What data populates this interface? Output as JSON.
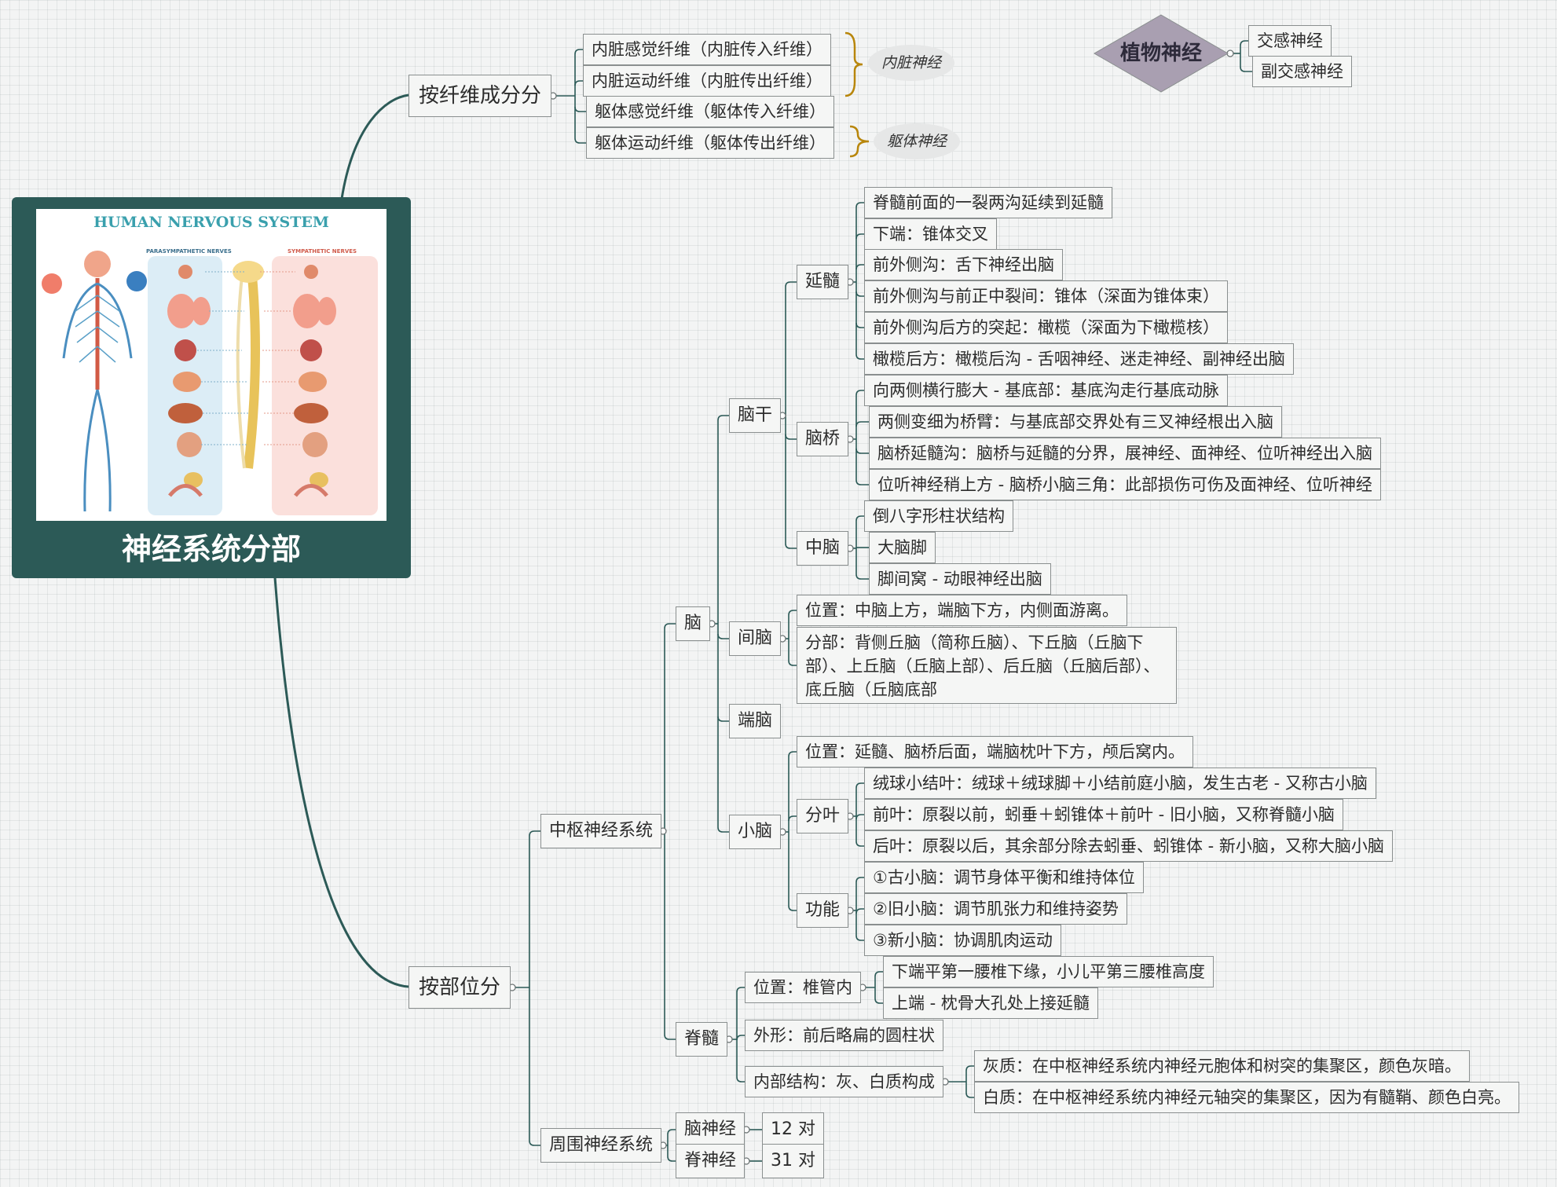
{
  "center": {
    "title": "神经系统分部",
    "image_title": "HUMAN NERVOUS SYSTEM",
    "image_left_label": "PARASYMPATHETIC NERVES",
    "image_right_label": "SYMPATHETIC NERVES"
  },
  "fiber": {
    "title": "按纤维成分分",
    "items": [
      "内脏感觉纤维（内脏传入纤维）",
      "内脏运动纤维（内脏传出纤维）",
      "躯体感觉纤维（躯体传入纤维）",
      "躯体运动纤维（躯体传出纤维）"
    ],
    "visceral_label": "内脏神经",
    "somatic_label": "躯体神经"
  },
  "autonomic": {
    "title": "植物神经",
    "items": [
      "交感神经",
      "副交感神经"
    ]
  },
  "location": {
    "title": "按部位分",
    "cns": "中枢神经系统",
    "pns": "周围神经系统",
    "brain": "脑",
    "brainstem": "脑干",
    "medulla": {
      "label": "延髓",
      "items": [
        "脊髓前面的一裂两沟延续到延髓",
        "下端：锥体交叉",
        "前外侧沟：舌下神经出脑",
        "前外侧沟与前正中裂间：锥体（深面为锥体束）",
        "前外侧沟后方的突起：橄榄（深面为下橄榄核）",
        "橄榄后方：橄榄后沟 - 舌咽神经、迷走神经、副神经出脑"
      ]
    },
    "pons": {
      "label": "脑桥",
      "items": [
        "向两侧横行膨大 - 基底部：基底沟走行基底动脉",
        "两侧变细为桥臂：与基底部交界处有三叉神经根出入脑",
        "脑桥延髓沟：脑桥与延髓的分界，展神经、面神经、位听神经出入脑",
        "位听神经稍上方 - 脑桥小脑三角：此部损伤可伤及面神经、位听神经"
      ]
    },
    "midbrain": {
      "label": "中脑",
      "items": [
        "倒八字形柱状结构",
        "大脑脚",
        "脚间窝 - 动眼神经出脑"
      ]
    },
    "diencephalon": {
      "label": "间脑",
      "position": "位置：中脑上方，端脑下方，内侧面游离。",
      "parts": "分部：背侧丘脑（简称丘脑）、下丘脑（丘脑下部）、上丘脑（丘脑上部）、后丘脑（丘脑后部）、 底丘脑（丘脑底部"
    },
    "telencephalon": "端脑",
    "cerebellum": {
      "label": "小脑",
      "position": "位置：延髓、脑桥后面，端脑枕叶下方，颅后窝内。",
      "lobes_label": "分叶",
      "lobes": [
        "绒球小结叶：绒球＋绒球脚＋小结前庭小脑，发生古老 - 又称古小脑",
        "前叶：原裂以前，蚓垂＋蚓锥体＋前叶 - 旧小脑，又称脊髓小脑",
        "后叶：原裂以后，其余部分除去蚓垂、蚓锥体 - 新小脑，又称大脑小脑"
      ],
      "function_label": "功能",
      "functions": [
        "①古小脑：调节身体平衡和维持体位",
        "②旧小脑：调节肌张力和维持姿势",
        "③新小脑：协调肌肉运动"
      ]
    },
    "spinal": {
      "label": "脊髓",
      "position": "位置：椎管内",
      "position_items": [
        "下端平第一腰椎下缘，小儿平第三腰椎高度",
        "上端 - 枕骨大孔处上接延髓"
      ],
      "shape": "外形：前后略扁的圆柱状",
      "structure": "内部结构：灰、白质构成",
      "structure_items": [
        "灰质：在中枢神经系统内神经元胞体和树突的集聚区，颜色灰暗。",
        "白质：在中枢神经系统内神经元轴突的集聚区，因为有髓鞘、颜色白亮。"
      ]
    },
    "cranial_nerve": "脑神经",
    "cranial_count": "12 对",
    "spinal_nerve": "脊神经",
    "spinal_count": "31 对"
  },
  "colors": {
    "center_bg": "#2c5a57",
    "line": "#2c5a57",
    "diamond": "#a99fb1",
    "brace": "#b8860b"
  }
}
